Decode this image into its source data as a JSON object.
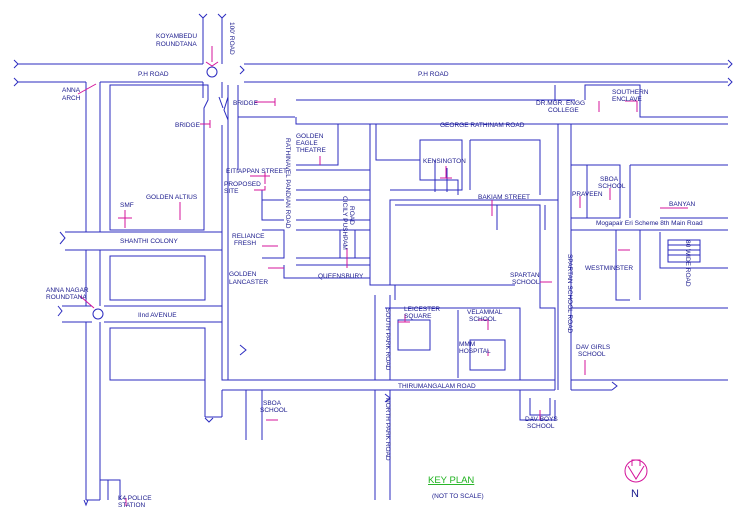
{
  "legend": {
    "key_plan": "KEY PLAN",
    "scale_note": "(NOT TO SCALE)",
    "north": "N"
  },
  "colors": {
    "road": "#2b2bbf",
    "pointer": "#d4149b",
    "key_plan": "#1fb21f",
    "text": "#1a1a8c"
  },
  "labels": {
    "koyambedu": [
      "KOYAMBEDU",
      "ROUNDTANA"
    ],
    "road_100": "100' ROAD",
    "ph_road_left": "P.H ROAD",
    "ph_road_right": "P.H ROAD",
    "anna_arch": [
      "ANNA",
      "ARCH"
    ],
    "bridge_top": "BRIDGE",
    "bridge_left": "BRIDGE",
    "dr_mgr": [
      "DR.MGR. ENGG",
      "COLLEGE"
    ],
    "southern_enclave": [
      "SOUTHERN",
      "ENCLAVE"
    ],
    "george_rathinam": "GEORGE RATHINAM ROAD",
    "golden_eagle": [
      "GOLDEN",
      "EAGLE",
      "THEATRE"
    ],
    "rathinavel": "RATHINAVEL PANDIAN ROAD",
    "eitiappan": "EITIAPPAN STREET",
    "proposed_site": [
      "PROPOSED",
      "SITE"
    ],
    "kensington": "KENSINGTON",
    "cicily": [
      "CICILY PUSHPAM",
      "ROAD"
    ],
    "bakiam": "BAKIAM STREET",
    "sboa_top": [
      "SBOA",
      "SCHOOL"
    ],
    "praveen": "PRAVEEN",
    "banyan": "BANYAN",
    "mogapair": "Mogapair Eri Scheme 8th Main Road",
    "wide_road_80": "80 WIDE ROAD",
    "smf": "SMF",
    "golden_altius": "GOLDEN ALTIUS",
    "shanthi": "SHANTHI COLONY",
    "reliance": [
      "RELIANCE",
      "FRESH"
    ],
    "golden_lancaster": [
      "GOLDEN",
      "LANCASTER"
    ],
    "queensbury": "QUEENSBURY",
    "westminster": "WESTMINSTER",
    "spartan_school": [
      "SPARTAN",
      "SCHOOL"
    ],
    "spartan_school_road": "SPARTAN SCHOOL ROAD",
    "anna_nagar": [
      "ANNA NAGAR",
      "ROUNDTANA"
    ],
    "second_avenue": "IInd AVENUE",
    "leicester": [
      "LEICESTER",
      "SQUARE"
    ],
    "velammal": [
      "VELAMMAL",
      "SCHOOL"
    ],
    "mmm": [
      "MMM",
      "HOSPITAL"
    ],
    "south_park": "SOUTH PARK ROAD",
    "dav_girls": [
      "DAV GIRLS",
      "SCHOOL"
    ],
    "thirumangalam": "THIRUMANGALAM ROAD",
    "sboa_bottom": [
      "SBOA",
      "SCHOOL"
    ],
    "north_park": "NORTH PARK ROAD",
    "dav_boys": [
      "DAV BOYS",
      "SCHOOL"
    ],
    "k4": [
      "K4 POLICE",
      "STATION"
    ]
  }
}
